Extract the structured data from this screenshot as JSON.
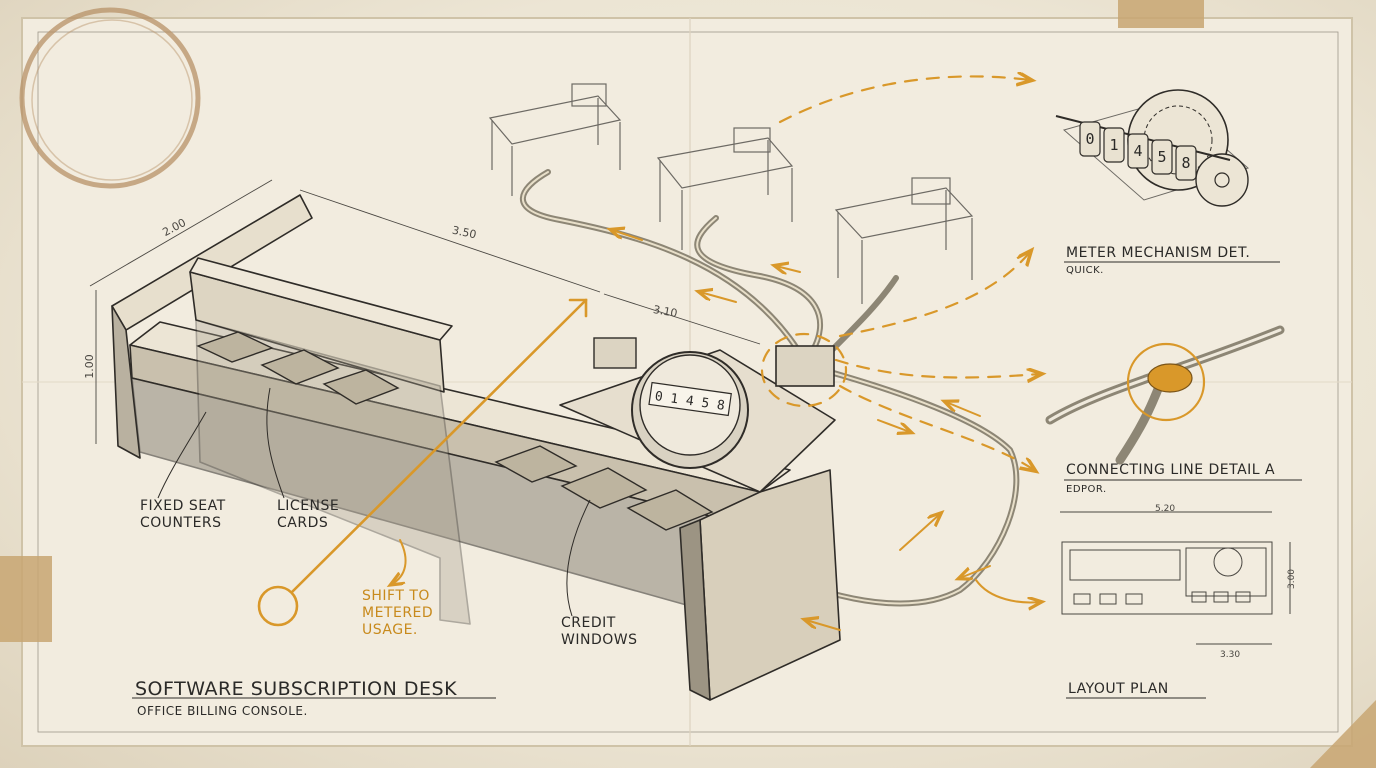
{
  "title": "SOFTWARE SUBSCRIPTION DESK",
  "subtitle": "OFFICE BILLING CONSOLE.",
  "callouts": {
    "fixed_seat": [
      "FIXED SEAT",
      "COUNTERS"
    ],
    "license": [
      "LICENSE",
      "CARDS"
    ],
    "credit": [
      "CREDIT",
      "WINDOWS"
    ],
    "shift": [
      "SHIFT TO",
      "METERED",
      "USAGE."
    ]
  },
  "details": {
    "meter_title": "METER MECHANISM DET.",
    "meter_sub": "QUICK.",
    "meter_digits": [
      "0",
      "1",
      "4",
      "5",
      "8"
    ],
    "connector_title": "CONNECTING LINE DETAIL A",
    "connector_sub": "EDPOR.",
    "layout_title": "LAYOUT PLAN"
  },
  "dimensions": {
    "desk_depth": "2.00",
    "desk_length": "3.50",
    "console_length": "3.10",
    "desk_height": "1.00",
    "plan_width": "5.20",
    "plan_height": "3.00",
    "plan_offset": "3.30"
  },
  "meter_display": "0 1 4 5 8",
  "colors": {
    "paper": "#f1ebdd",
    "ink": "#2b2a28",
    "accent": "#d9982a",
    "stain": "#b89268",
    "tape": "#c8a672"
  }
}
